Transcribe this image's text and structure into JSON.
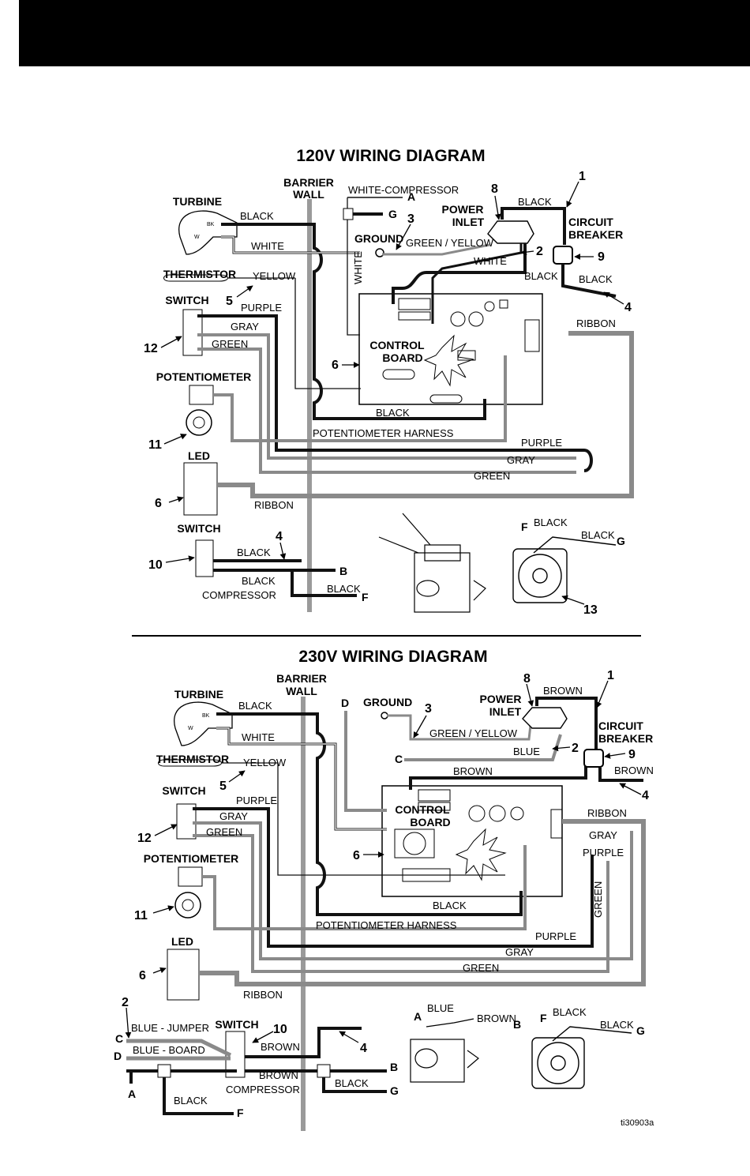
{
  "top": {
    "title": "120V WIRING DIAGRAM",
    "barrier_wall": [
      "BARRIER",
      "WALL"
    ],
    "components": {
      "turbine": "TURBINE",
      "thermistor": "THERMISTOR",
      "switch": "SWITCH",
      "potentiometer": "POTENTIOMETER",
      "led": "LED",
      "switch2": "SWITCH",
      "ground": "GROUND",
      "power_inlet": [
        "POWER",
        "INLET"
      ],
      "circuit_breaker": [
        "CIRCUIT",
        "BREAKER"
      ],
      "control_board": [
        "CONTROL",
        "BOARD"
      ]
    },
    "wires": {
      "black": "BLACK",
      "white": "WHITE",
      "yellow": "YELLOW",
      "purple": "PURPLE",
      "gray": "GRAY",
      "green": "GREEN",
      "white_compressor": "WHITE-COMPRESSOR",
      "green_yellow": "GREEN / YELLOW",
      "ribbon": "RIBBON",
      "pot_harness": "POTENTIOMETER HARNESS",
      "compressor": "COMPRESSOR"
    },
    "letters": {
      "a": "A",
      "b": "B",
      "f": "F",
      "g": "G",
      "bk": "BK",
      "w": "W"
    },
    "numbers": {
      "n1": "1",
      "n2": "2",
      "n3": "3",
      "n4": "4",
      "n5": "5",
      "n6": "6",
      "n8": "8",
      "n9": "9",
      "n10": "10",
      "n11": "11",
      "n12": "12",
      "n13": "13"
    }
  },
  "bottom": {
    "title": "230V WIRING DIAGRAM",
    "barrier_wall": [
      "BARRIER",
      "WALL"
    ],
    "components": {
      "turbine": "TURBINE",
      "thermistor": "THERMISTOR",
      "switch": "SWITCH",
      "potentiometer": "POTENTIOMETER",
      "led": "LED",
      "switch2": "SWITCH",
      "ground": "GROUND",
      "power_inlet": [
        "POWER",
        "INLET"
      ],
      "circuit_breaker": [
        "CIRCUIT",
        "BREAKER"
      ],
      "control_board": [
        "CONTROL",
        "BOARD"
      ]
    },
    "wires": {
      "black": "BLACK",
      "white": "WHITE",
      "yellow": "YELLOW",
      "purple": "PURPLE",
      "gray": "GRAY",
      "green": "GREEN",
      "brown": "BROWN",
      "blue": "BLUE",
      "green_yellow": "GREEN / YELLOW",
      "ribbon": "RIBBON",
      "pot_harness": "POTENTIOMETER HARNESS",
      "compressor": "COMPRESSOR",
      "blue_jumper": "BLUE - JUMPER",
      "blue_board": "BLUE - BOARD"
    },
    "letters": {
      "a": "A",
      "b": "B",
      "c": "C",
      "d": "D",
      "f": "F",
      "g": "G",
      "bk": "BK",
      "w": "W"
    },
    "numbers": {
      "n1": "1",
      "n2": "2",
      "n3": "3",
      "n4": "4",
      "n5": "5",
      "n6": "6",
      "n8": "8",
      "n9": "9",
      "n10": "10",
      "n11": "11",
      "n12": "12"
    }
  },
  "figure_id": "ti30903a",
  "colors": {
    "wire_black": "#111111",
    "wire_gray": "#8a8a8a",
    "barrier": "#9a9a9a"
  }
}
